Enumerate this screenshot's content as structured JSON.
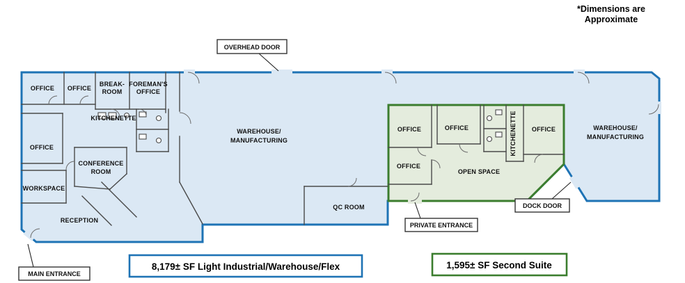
{
  "note": {
    "line1": "*Dimensions are",
    "line2": "Approximate"
  },
  "callouts": {
    "overhead_door": "OVERHEAD DOOR",
    "private_entrance": "PRIVATE ENTRANCE",
    "dock_door": "DOCK DOOR",
    "main_entrance": "MAIN ENTRANCE"
  },
  "legend": {
    "main_suite": "8,179± SF Light Industrial/Warehouse/Flex",
    "second_suite": "1,595± SF Second Suite"
  },
  "rooms": {
    "office_a": "OFFICE",
    "office_b": "OFFICE",
    "break_room_l1": "BREAK-",
    "break_room_l2": "ROOM",
    "foremans_l1": "FOREMAN'S",
    "foremans_l2": "OFFICE",
    "kitchenette": "KITCHENETTE",
    "office_c": "OFFICE",
    "conference_l1": "CONFERENCE",
    "conference_l2": "ROOM",
    "workspace": "WORKSPACE",
    "reception": "RECEPTION",
    "warehouse_main_l1": "WAREHOUSE/",
    "warehouse_main_l2": "MANUFACTURING",
    "qc_room": "QC ROOM",
    "suite_office_a": "OFFICE",
    "suite_office_b": "OFFICE",
    "suite_kitchenette": "KITCHENETTE",
    "suite_office_c": "OFFICE",
    "suite_office_d": "OFFICE",
    "open_space": "OPEN SPACE",
    "warehouse_right_l1": "WAREHOUSE/",
    "warehouse_right_l2": "MANUFACTURING"
  },
  "colors": {
    "main_outline": "#1e73b5",
    "main_fill": "#dbe8f4",
    "suite_outline": "#3b7d2e",
    "suite_fill": "#e4ecdd",
    "wall": "#4a4a4a"
  }
}
